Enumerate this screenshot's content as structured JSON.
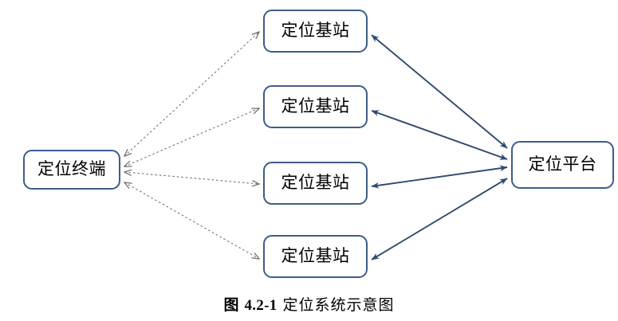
{
  "figure": {
    "caption_prefix": "图",
    "caption_number": "4.2-1",
    "caption_title": "定位系统示意图",
    "caption_full": "图 4.2-1 定位系统示意图"
  },
  "colors": {
    "node_border": "#3E5C8A",
    "node_fill": "#FFFFFF",
    "solid_edge": "#2F4A6D",
    "dotted_edge": "#7A7A7A",
    "text": "#000000",
    "background": "#FFFFFF"
  },
  "nodes": {
    "terminal": {
      "label": "定位终端",
      "role": "positioning-terminal"
    },
    "platform": {
      "label": "定位平台",
      "role": "positioning-platform"
    },
    "stations": [
      {
        "label": "定位基站",
        "role": "positioning-base-station",
        "index": 1
      },
      {
        "label": "定位基站",
        "role": "positioning-base-station",
        "index": 2
      },
      {
        "label": "定位基站",
        "role": "positioning-base-station",
        "index": 3
      },
      {
        "label": "定位基站",
        "role": "positioning-base-station",
        "index": 4
      }
    ]
  },
  "edges": {
    "terminal_to_stations": {
      "style": "dotted",
      "direction": "bidirectional",
      "count": 4,
      "arrowhead": "open"
    },
    "stations_to_platform": {
      "style": "solid",
      "direction": "bidirectional",
      "count": 4,
      "arrowhead": "filled"
    }
  }
}
